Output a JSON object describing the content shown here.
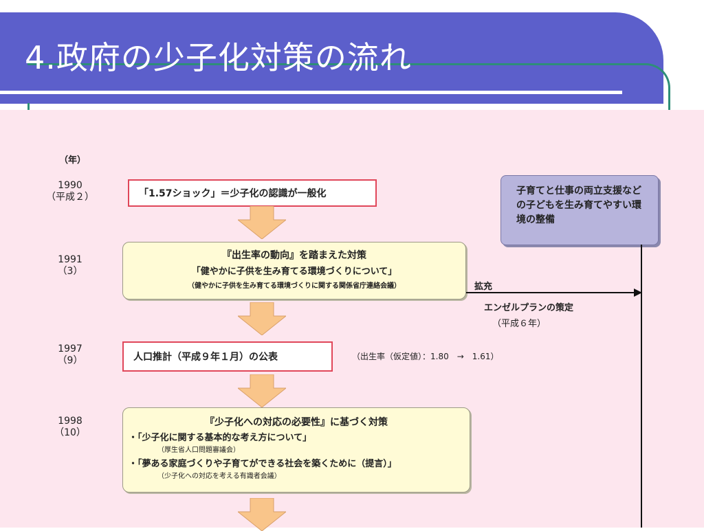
{
  "slide": {
    "title": "4.政府の少子化対策の流れ"
  },
  "timeline": {
    "unit_label": "（年）",
    "entries": [
      {
        "year": "1990",
        "era": "（平成２）",
        "box_text": "「1.57ショック」＝少子化の認識が一般化"
      },
      {
        "year": "1991",
        "era": "（3）",
        "title": "『出生率の動向』を踏まえた対策",
        "subtitle": "「健やかに子供を生み育てる環境づくりについて」",
        "note": "（健やかに子供を生み育てる環境づくりに関する関係省庁連絡会議）"
      },
      {
        "year": "1997",
        "era": "（9）",
        "box_text": "人口推計（平成９年１月）の公表",
        "aside": "（出生率（仮定値）：1.80　→　1.61）"
      },
      {
        "year": "1998",
        "era": "（10）",
        "title": "『少子化への対応の必要性』に基づく対策",
        "item1": "・「少子化に関する基本的な考え方について」",
        "item1_note": "（厚生省人口問題審議会）",
        "item2": "・「夢ある家庭づくりや子育てができる社会を築くために（提言）」",
        "item2_note": "（少子化への対応を考える有識者会議）"
      }
    ]
  },
  "side_panel": {
    "text": "子育てと仕事の両立支援などの子どもを生み育てやすい環境の整備",
    "expand_label": "拡充",
    "angel_plan": "エンゼルプランの策定",
    "angel_plan_year": "（平成６年）"
  },
  "colors": {
    "title_bg": "#5c5fcb",
    "content_bg": "#fde6ee",
    "arrow_fill": "#f9c58a",
    "red_border": "#e04659",
    "yellow_box": "#fffbd6",
    "purple_box": "#b7b4dc",
    "teal_frame": "#2e8e78"
  }
}
